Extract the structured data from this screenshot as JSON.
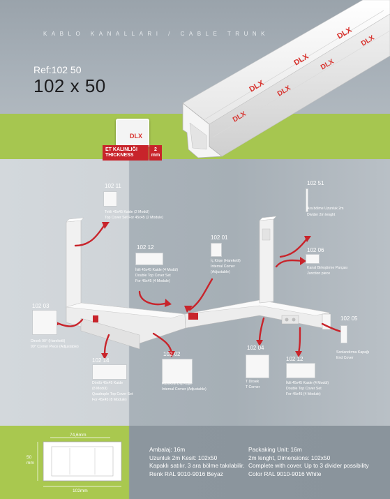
{
  "header": {
    "series": "KABLO KANALLARI / CABLE TRUNK",
    "ref": "Ref:102 50",
    "size": "102 x 50"
  },
  "badge": {
    "line1": "ET KALINLIĞI",
    "line2": "THICKNESS",
    "value": "2",
    "unit": "mm"
  },
  "brand": "DLX",
  "parts": [
    {
      "code": "102 11",
      "lines": [
        "Tekli 45x45 Kaide (2 Modül)",
        "Top Cover Set For 45x45 (2 Module)"
      ]
    },
    {
      "code": "102 12",
      "lines": [
        "İkili 45x45 Kaide (4 Modül)",
        "Double Top Cover Set",
        "For 45x45 (4 Module)"
      ]
    },
    {
      "code": "102 01",
      "lines": [
        "İç Köşe (Hareketli)",
        "Internal Corner",
        "(Adjustable)"
      ]
    },
    {
      "code": "102 51",
      "lines": [
        "Ara bölme Uzunluk 2m",
        "Divider 2m lenght"
      ]
    },
    {
      "code": "102 06",
      "lines": [
        "Kanal Birleştirme Parçası",
        "Junction piece"
      ]
    },
    {
      "code": "102 03",
      "lines": [
        "Dirsek 90° (Hareketli)",
        "90° Corner Piece (Adjustable)"
      ]
    },
    {
      "code": "102 14",
      "lines": [
        "Dörtlü 45x45 Kaide",
        "(8 Modül)",
        "Quadruple Top Cover Set",
        "For 45x45 (8 Module)"
      ]
    },
    {
      "code": "102 02",
      "lines": [
        "Hareketli Dış Köşe",
        "Internal Corner (Adjustable)"
      ]
    },
    {
      "code": "102 04",
      "lines": [
        "T Dirsek",
        "T Corner"
      ]
    },
    {
      "code": "102 12",
      "lines": [
        "İkili 45x45 Kaide (4 Modül)",
        "Double Top Cover Set",
        "For 45x45 (4 Module)"
      ]
    },
    {
      "code": "102 05",
      "lines": [
        "Sonlandırma Kapağı",
        "End Cover"
      ]
    }
  ],
  "dimensions": {
    "inner": "74,6mm",
    "height_value": "50",
    "height_unit": "mm",
    "width": "102mm"
  },
  "spec_tr": [
    "Ambalaj: 16m",
    "Uzunluk 2m  Kesit: 102x50",
    "Kapaklı satılır. 3 ara bölme takılabilir.",
    "Renk RAL 9010-9016 Beyaz"
  ],
  "spec_en": [
    "Packaking Unit: 16m",
    "2m lenght, Dimensions: 102x50",
    "Complete with cover. Up to 3 divider possibility",
    "Color RAL 9010-9016 White"
  ]
}
